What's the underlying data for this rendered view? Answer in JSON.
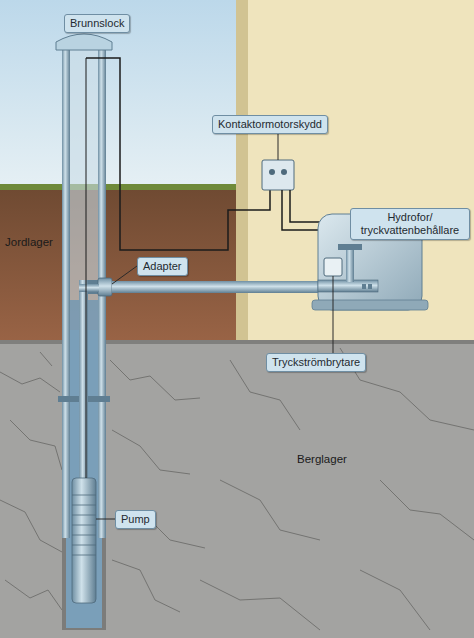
{
  "diagram": {
    "labels": [
      "Brunnslock",
      "Kontaktormotorskydd",
      "Hydrofor/ tryckvattenbehållare",
      "Jordlager",
      "Adapter",
      "Tryckströmbrytare",
      "Berglager",
      "Pump"
    ]
  }
}
